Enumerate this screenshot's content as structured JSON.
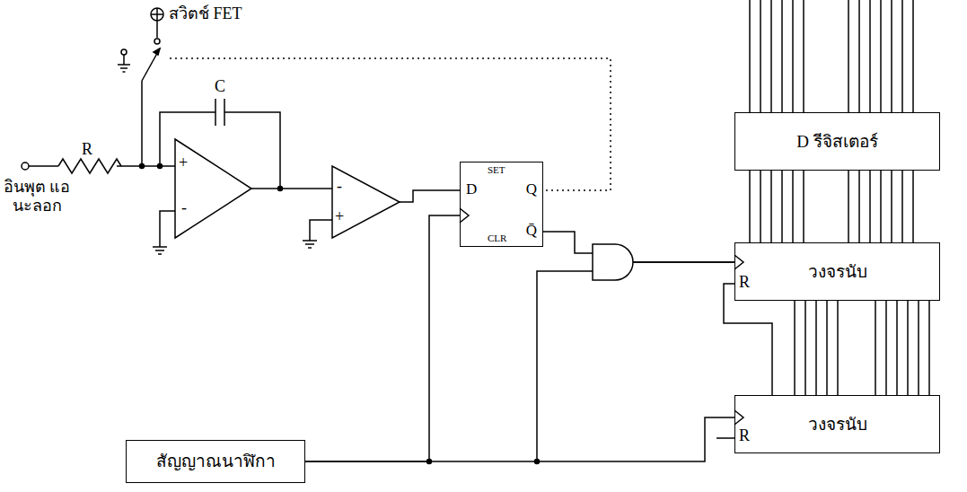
{
  "diagram": {
    "nodes": [
      {
        "text": [
          "D รีจิสเตอร์"
        ]
      },
      {
        "text": [
          "D",
          "SET",
          "Q",
          "Q̄",
          "CLR"
        ]
      },
      {
        "text": [
          "วงจรนับ"
        ]
      },
      {
        "text": [
          "วงจรนับ"
        ]
      },
      {
        "text": [
          "สัญญาณนาฬิกา"
        ]
      }
    ],
    "edges": [
      {
        "from": 4,
        "to": 1,
        "arrow": "none"
      },
      {
        "from": 4,
        "to": 3,
        "arrow": "none"
      },
      {
        "from": 1,
        "to": 2,
        "arrow": "none"
      },
      {
        "from": 3,
        "to": 2,
        "arrow": "none"
      },
      {
        "from": 2,
        "to": 0,
        "arrow": "none"
      }
    ],
    "labels": [
      "สวิตช์ FET",
      "C",
      "R",
      "อินพุต แอนะลอก",
      "+",
      "-",
      "-",
      "+",
      "R",
      "R"
    ]
  }
}
